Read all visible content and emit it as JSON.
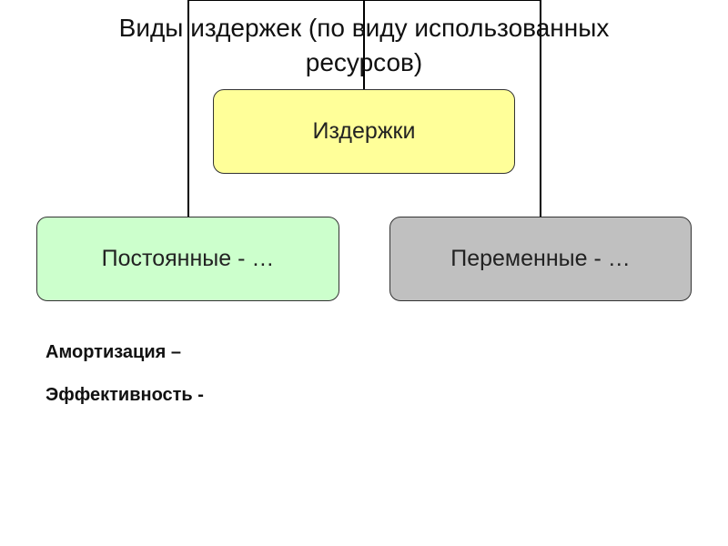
{
  "slide": {
    "title": "Виды издержек (по виду использованных ресурсов)"
  },
  "diagram": {
    "root": {
      "label": "Издержки",
      "color": "#ffff99"
    },
    "children": [
      {
        "label": "Постоянные - …",
        "color": "#ccffcc"
      },
      {
        "label": "Переменные - …",
        "color": "#c0c0c0"
      }
    ]
  },
  "terms": [
    {
      "label": "Амортизация –"
    },
    {
      "label": "Эффективность -"
    }
  ]
}
